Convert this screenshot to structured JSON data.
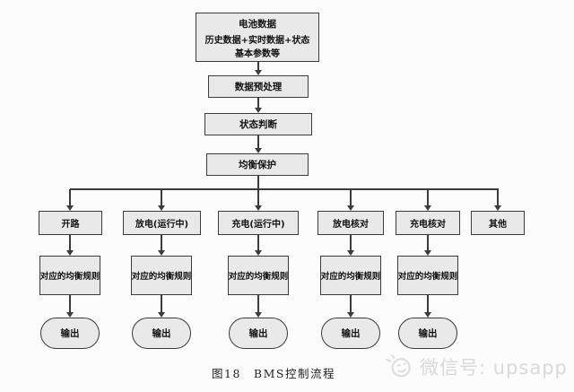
{
  "flowchart": {
    "source_box": {
      "line1": "电池数据",
      "line2": "历史数据+实时数据+状态",
      "line3": "基本参数等"
    },
    "process_steps": [
      {
        "label": "数据预处理"
      },
      {
        "label": "状态判断"
      },
      {
        "label": "均衡保护"
      }
    ],
    "branches": [
      {
        "label": "开路",
        "rule": "对应的均衡规则",
        "output": "输出"
      },
      {
        "label": "放电(运行中)",
        "rule": "对应的均衡规则",
        "output": "输出"
      },
      {
        "label": "充电(运行中)",
        "rule": "对应的均衡规则",
        "output": "输出"
      },
      {
        "label": "放电核对",
        "rule": "对应的均衡规则",
        "output": "输出"
      },
      {
        "label": "充电核对",
        "rule": "对应的均衡规则",
        "output": "输出"
      },
      {
        "label": "其他"
      }
    ]
  },
  "caption": {
    "text": "图18　BMS控制流程"
  },
  "watermark": {
    "text": "微信号: upsapp",
    "icon": "wechat-smiley-icon"
  },
  "colors": {
    "box_fill": "#e9e9e9",
    "box_border": "#3b3b3b",
    "line": "#3b3b3b",
    "background": "#fcfcfc",
    "watermark": "#d9d9d9",
    "text": "#111111"
  }
}
